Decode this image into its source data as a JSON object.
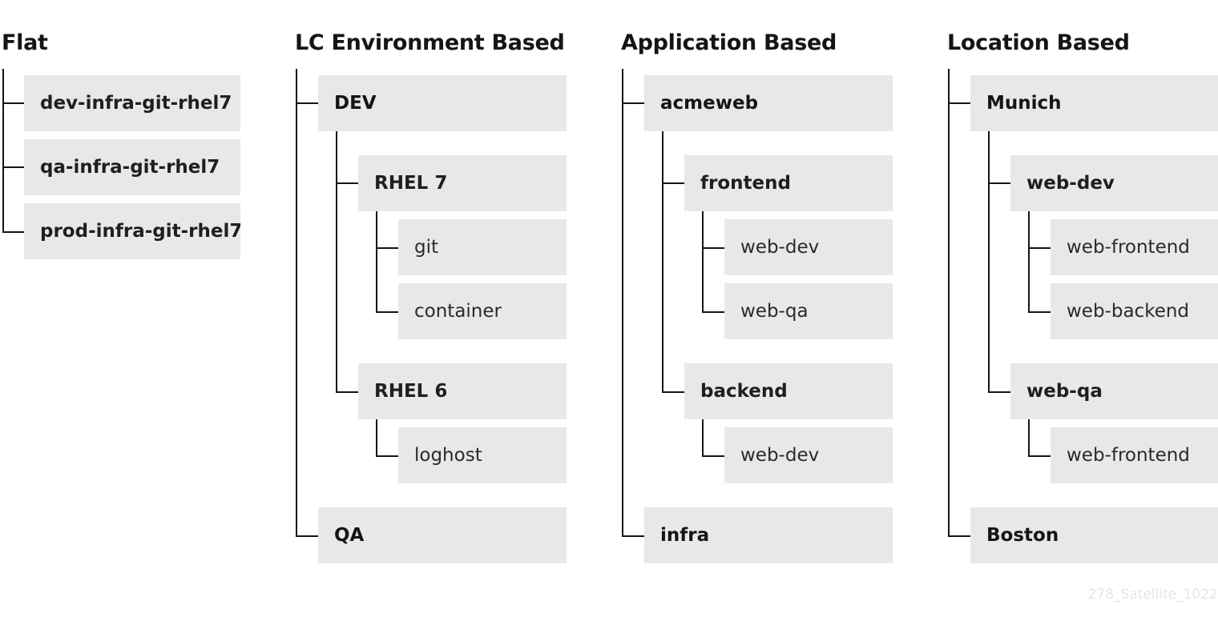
{
  "trees": {
    "flat": {
      "title": "Flat",
      "nodes": [
        "dev-infra-git-rhel7",
        "qa-infra-git-rhel7",
        "prod-infra-git-rhel7"
      ]
    },
    "lc": {
      "title": "LC Environment Based",
      "dev": "DEV",
      "rhel7": "RHEL 7",
      "git": "git",
      "container": "container",
      "rhel6": "RHEL 6",
      "loghost": "loghost",
      "qa": "QA"
    },
    "app": {
      "title": "Application Based",
      "acmeweb": "acmeweb",
      "frontend": "frontend",
      "frontend_children": [
        "web-dev",
        "web-qa"
      ],
      "backend": "backend",
      "backend_children": [
        "web-dev"
      ],
      "infra": "infra"
    },
    "location": {
      "title": "Location Based",
      "munich": "Munich",
      "webdev": "web-dev",
      "webdev_children": [
        "web-frontend",
        "web-backend"
      ],
      "webqa": "web-qa",
      "webqa_children": [
        "web-frontend"
      ],
      "boston": "Boston"
    }
  },
  "watermark": "278_Satellite_1022"
}
